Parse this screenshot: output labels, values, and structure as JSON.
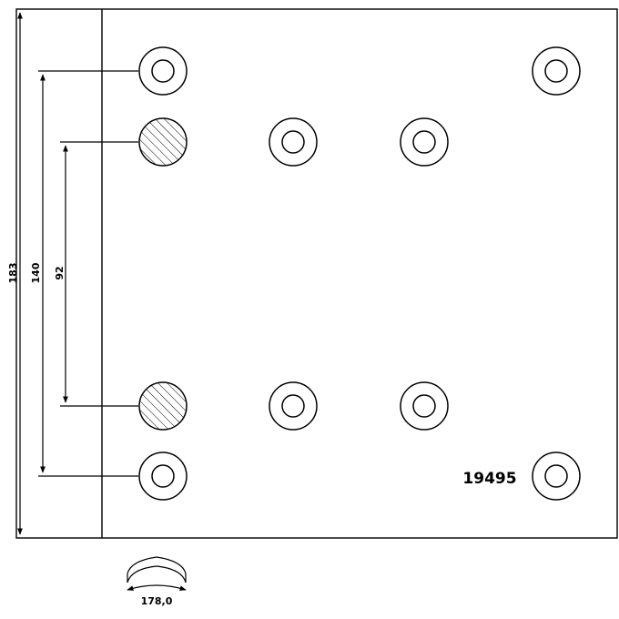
{
  "dimensions": {
    "overall_height": "183",
    "outer_hole_spacing": "140",
    "inner_hole_spacing": "92",
    "arc_length": "178,0"
  },
  "part_number": "19495"
}
